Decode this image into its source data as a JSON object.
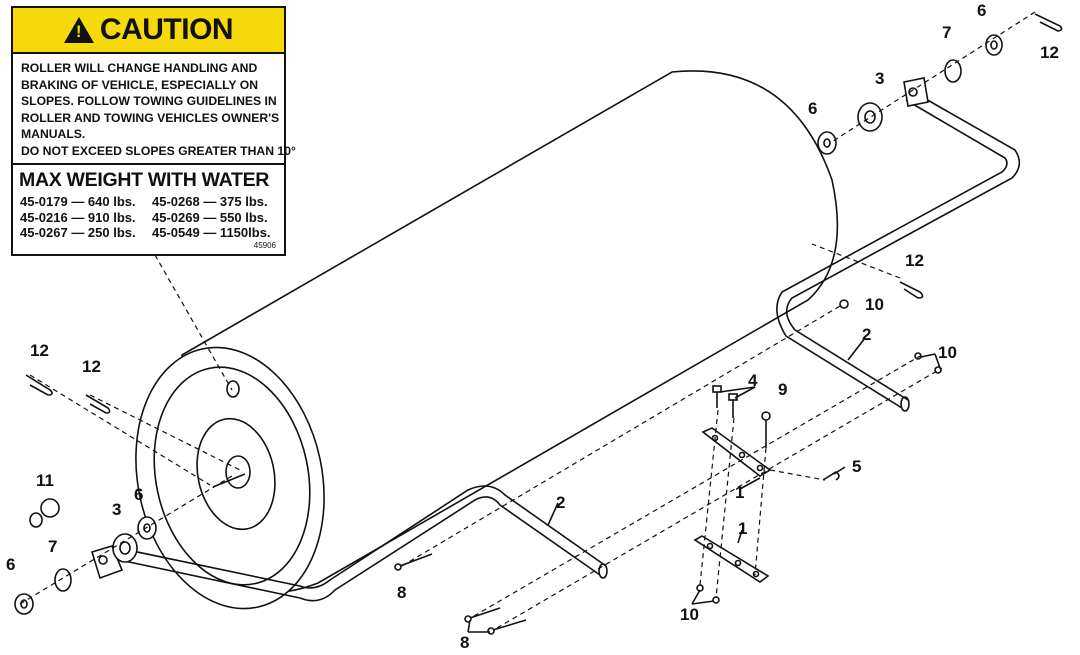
{
  "caution": {
    "title": "CAUTION",
    "icon": "warning-triangle-icon",
    "accent_color": "#f5d90a",
    "message_lines": [
      "ROLLER WILL CHANGE HANDLING AND",
      "BRAKING OF VEHICLE, ESPECIALLY ON",
      "SLOPES. FOLLOW TOWING GUIDELINES IN",
      "ROLLER AND TOWING VEHICLES OWNER'S",
      "MANUALS.",
      "DO NOT EXCEED SLOPES GREATER THAN 10°"
    ],
    "weight_heading": "MAX WEIGHT WITH WATER",
    "weights": [
      "45-0179 — 640 lbs.",
      "45-0268 — 375 lbs.",
      "45-0216 — 910 lbs.",
      "45-0269 — 550 lbs.",
      "45-0267 — 250 lbs.",
      "45-0549 — 1150lbs."
    ],
    "code": "45906"
  },
  "callouts": [
    "1",
    "1",
    "2",
    "2",
    "3",
    "3",
    "4",
    "5",
    "6",
    "6",
    "6",
    "7",
    "7",
    "8",
    "8",
    "9",
    "10",
    "10",
    "10",
    "11",
    "12",
    "12",
    "12",
    "12"
  ]
}
